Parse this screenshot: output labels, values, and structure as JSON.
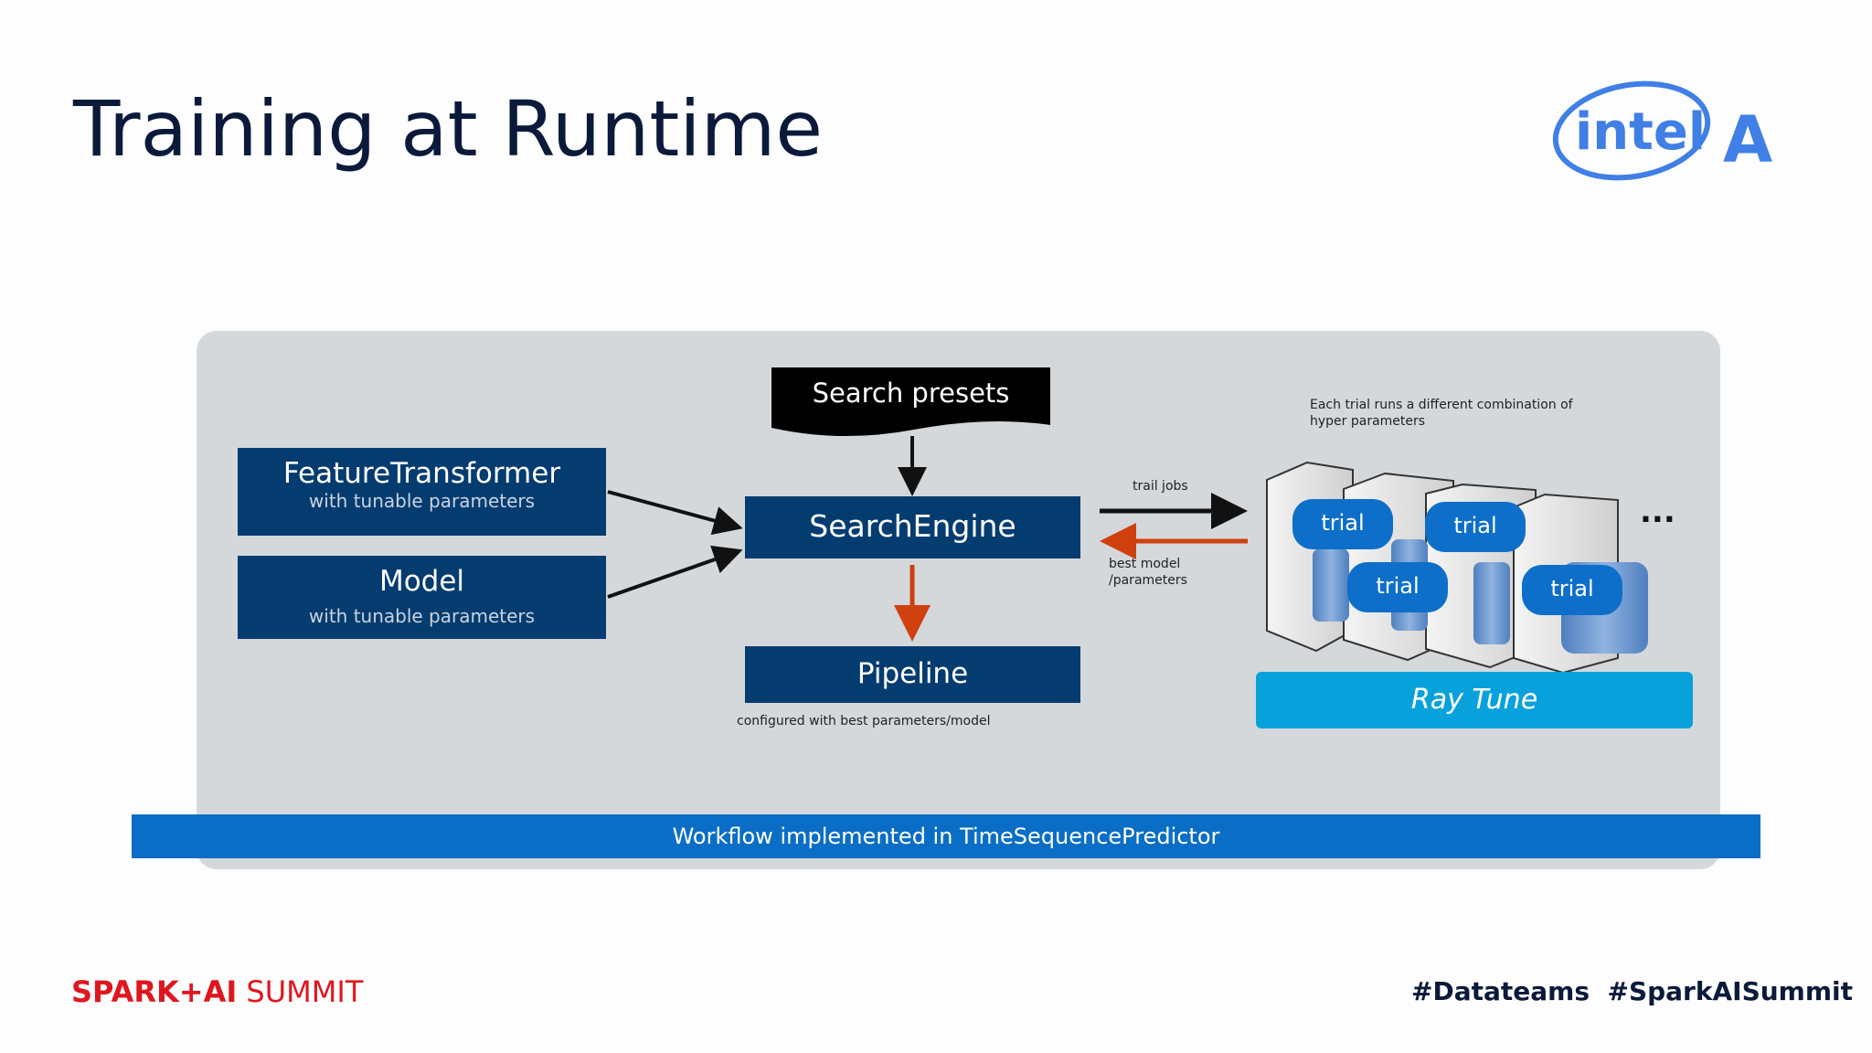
{
  "title": "Training at Runtime",
  "logo": {
    "text": "intel",
    "suffix": "AI"
  },
  "diagram": {
    "search_presets": "Search presets",
    "feature_transformer": {
      "title": "FeatureTransformer",
      "subtitle": "with tunable parameters"
    },
    "model": {
      "title": "Model",
      "subtitle": "with tunable parameters"
    },
    "search_engine": "SearchEngine",
    "pipeline": "Pipeline",
    "pipeline_caption": "configured with best parameters/model",
    "trail_jobs": "trail jobs",
    "best_model_line1": "best model",
    "best_model_line2": "/parameters",
    "trial_note_line1": "Each trial runs a different combination of",
    "trial_note_line2": "hyper parameters",
    "trials": [
      "trial",
      "trial",
      "trial",
      "trial"
    ],
    "ellipsis": "...",
    "ray_tune": "Ray Tune",
    "workflow_bar": "Workflow implemented in TimeSequencePredictor"
  },
  "footer": {
    "brand_bold": "SPARK+AI",
    "brand_light": " SUMMIT",
    "hashtags": "#Datateams  #SparkAISummit"
  },
  "colors": {
    "navy": "#053c70",
    "blue_bar": "#0a6ec6",
    "ray_tune": "#09a1dc",
    "orange_arrow": "#d0400e",
    "spark_red": "#e0161e"
  }
}
